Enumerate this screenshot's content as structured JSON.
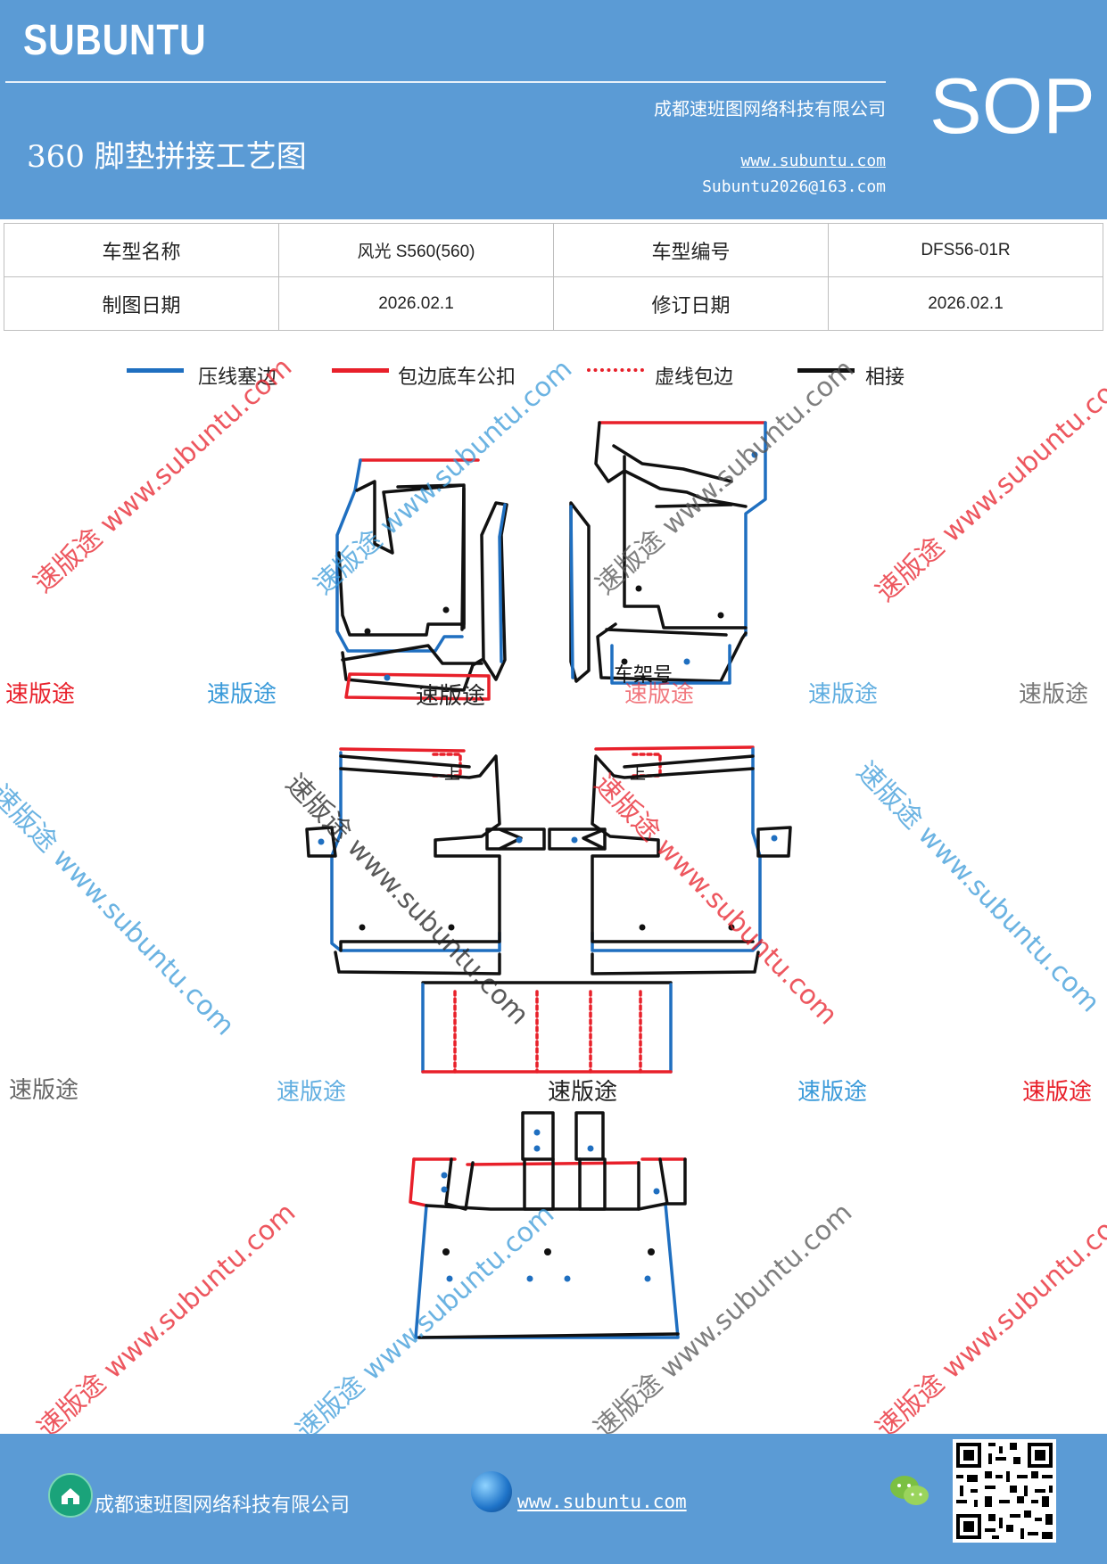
{
  "header": {
    "brand": "SUBUNTU",
    "company": "成都速班图网络科技有限公司",
    "title": "360 脚垫拼接工艺图",
    "url": "www.subuntu.com",
    "email": "Subuntu2026@163.com",
    "doc_type": "SOP"
  },
  "info": {
    "row1": {
      "label1": "车型名称",
      "value1": "风光 S560(560)",
      "label2": "车型编号",
      "value2": "DFS56-01R"
    },
    "row2": {
      "label1": "制图日期",
      "value1": "2026.02.1",
      "label2": "修订日期",
      "value2": "2026.02.1"
    }
  },
  "legend": [
    {
      "label": "压线塞边",
      "color": "#1f6fc0",
      "style": "solid"
    },
    {
      "label": "包边底车公扣",
      "color": "#e8202a",
      "style": "solid"
    },
    {
      "label": "虚线包边",
      "color": "#e8202a",
      "style": "dotted"
    },
    {
      "label": "相接",
      "color": "#111111",
      "style": "solid"
    }
  ],
  "drawing": {
    "frame_label": "车架号",
    "stitch_label_left": "上",
    "stitch_label_right": "上"
  },
  "watermarks": {
    "brand": "速版途",
    "combo": "速版途 www.subuntu.com"
  },
  "footer": {
    "company": "成都速班图网络科技有限公司",
    "url": "www.subuntu.com",
    "icons": [
      "home-icon",
      "globe-icon",
      "wechat-icon",
      "qr-code"
    ]
  }
}
